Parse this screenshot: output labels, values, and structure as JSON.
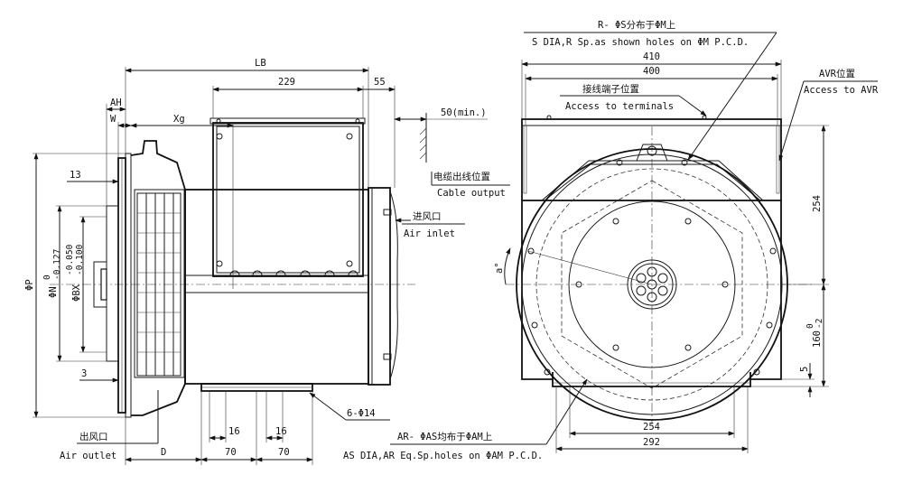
{
  "side_view": {
    "dims": {
      "lb": "LB",
      "d229": "229",
      "d55": "55",
      "ah": "AH",
      "w": "W",
      "xg": "Xg",
      "d50": "50(min.)",
      "d13": "13",
      "d3": "3",
      "phi_p": "ΦP",
      "phi_n": "ΦN",
      "phi_n_tol_up": "0",
      "phi_n_tol_dn": "-0.127",
      "phi_bx": "ΦBX",
      "phi_bx_tol_up": "-0.050",
      "phi_bx_tol_dn": "-0.100",
      "d": "D",
      "d70a": "70",
      "d70b": "70",
      "d16a": "16",
      "d16b": "16",
      "holes": "6-Φ14"
    },
    "labels": {
      "cable_output_cn": "电缆出线位置",
      "cable_output_en": "Cable output",
      "air_inlet_cn": "进风口",
      "air_inlet_en": "Air inlet",
      "air_outlet_cn": "出风口",
      "air_outlet_en": "Air outlet"
    }
  },
  "front_view": {
    "dims": {
      "d410": "410",
      "d400": "400",
      "d254v": "254",
      "d160": "160",
      "d160_tol_up": "0",
      "d160_tol_dn": "-2",
      "d5": "5",
      "d254h": "254",
      "d292": "292",
      "angle": "a°"
    },
    "labels": {
      "top_holes_cn": "R- ΦS分布于ΦM上",
      "top_holes_en": "S DIA,R Sp.as shown holes on ΦM P.C.D.",
      "terminals_cn": "接线端子位置",
      "terminals_en": "Access to terminals",
      "avr_cn": "AVR位置",
      "avr_en": "Access to AVR",
      "bottom_holes_cn": "AR- ΦAS均布于ΦAM上",
      "bottom_holes_en": "AS DIA,AR Eq.Sp.holes on ΦAM P.C.D."
    }
  }
}
